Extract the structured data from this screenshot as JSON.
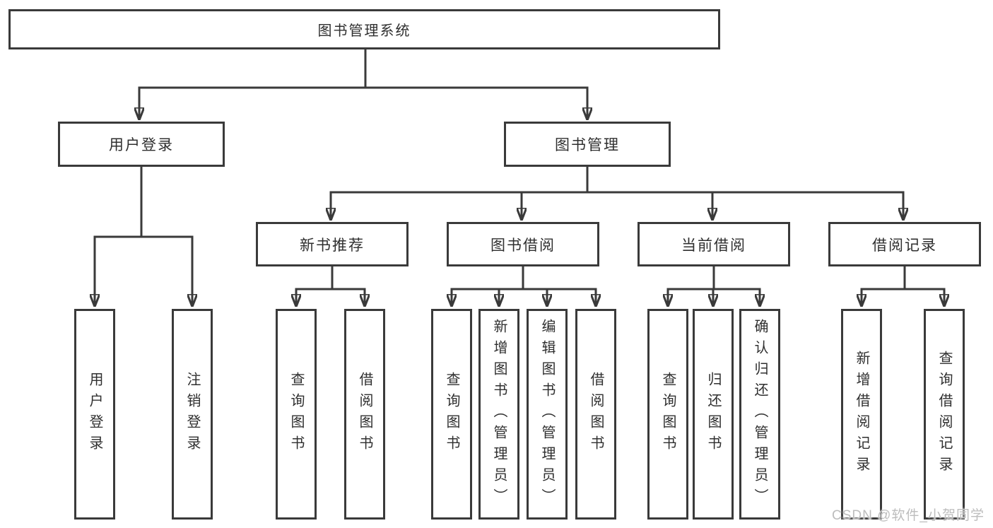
{
  "colors": {
    "line": "#3a3a3a",
    "text": "#2f2f2f",
    "background": "#ffffff",
    "watermark": "#bdbdbd"
  },
  "nodes": {
    "root": {
      "label": "图书管理系统"
    },
    "user_login": {
      "label": "用户登录"
    },
    "book_management": {
      "label": "图书管理"
    },
    "new_book_recommend": {
      "label": "新书推荐"
    },
    "book_borrowing": {
      "label": "图书借阅"
    },
    "current_borrowing": {
      "label": "当前借阅"
    },
    "borrowing_records": {
      "label": "借阅记录"
    },
    "leaf_user_login": {
      "label": "用户登录"
    },
    "leaf_logout": {
      "label": "注销登录"
    },
    "leaf_query_books_1": {
      "label": "查询图书"
    },
    "leaf_borrow_books_1": {
      "label": "借阅图书"
    },
    "leaf_query_books_2": {
      "label": "查询图书"
    },
    "leaf_add_book_admin": {
      "label": "新增图书（管理员）"
    },
    "leaf_edit_book_admin": {
      "label": "编辑图书（管理员）"
    },
    "leaf_borrow_books_2": {
      "label": "借阅图书"
    },
    "leaf_query_books_3": {
      "label": "查询图书"
    },
    "leaf_return_book": {
      "label": "归还图书"
    },
    "leaf_confirm_return_admin": {
      "label": "确认归还（管理员）"
    },
    "leaf_add_borrow_record": {
      "label": "新增借阅记录"
    },
    "leaf_query_borrow_record": {
      "label": "查询借阅记录"
    }
  },
  "hierarchy": {
    "图书管理系统": {
      "用户登录": [
        "用户登录",
        "注销登录"
      ],
      "图书管理": {
        "新书推荐": [
          "查询图书",
          "借阅图书"
        ],
        "图书借阅": [
          "查询图书",
          "新增图书（管理员）",
          "编辑图书（管理员）",
          "借阅图书"
        ],
        "当前借阅": [
          "查询图书",
          "归还图书",
          "确认归还（管理员）"
        ],
        "借阅记录": [
          "新增借阅记录",
          "查询借阅记录"
        ]
      }
    }
  },
  "watermark": "CSDN @软件_小贺同学"
}
